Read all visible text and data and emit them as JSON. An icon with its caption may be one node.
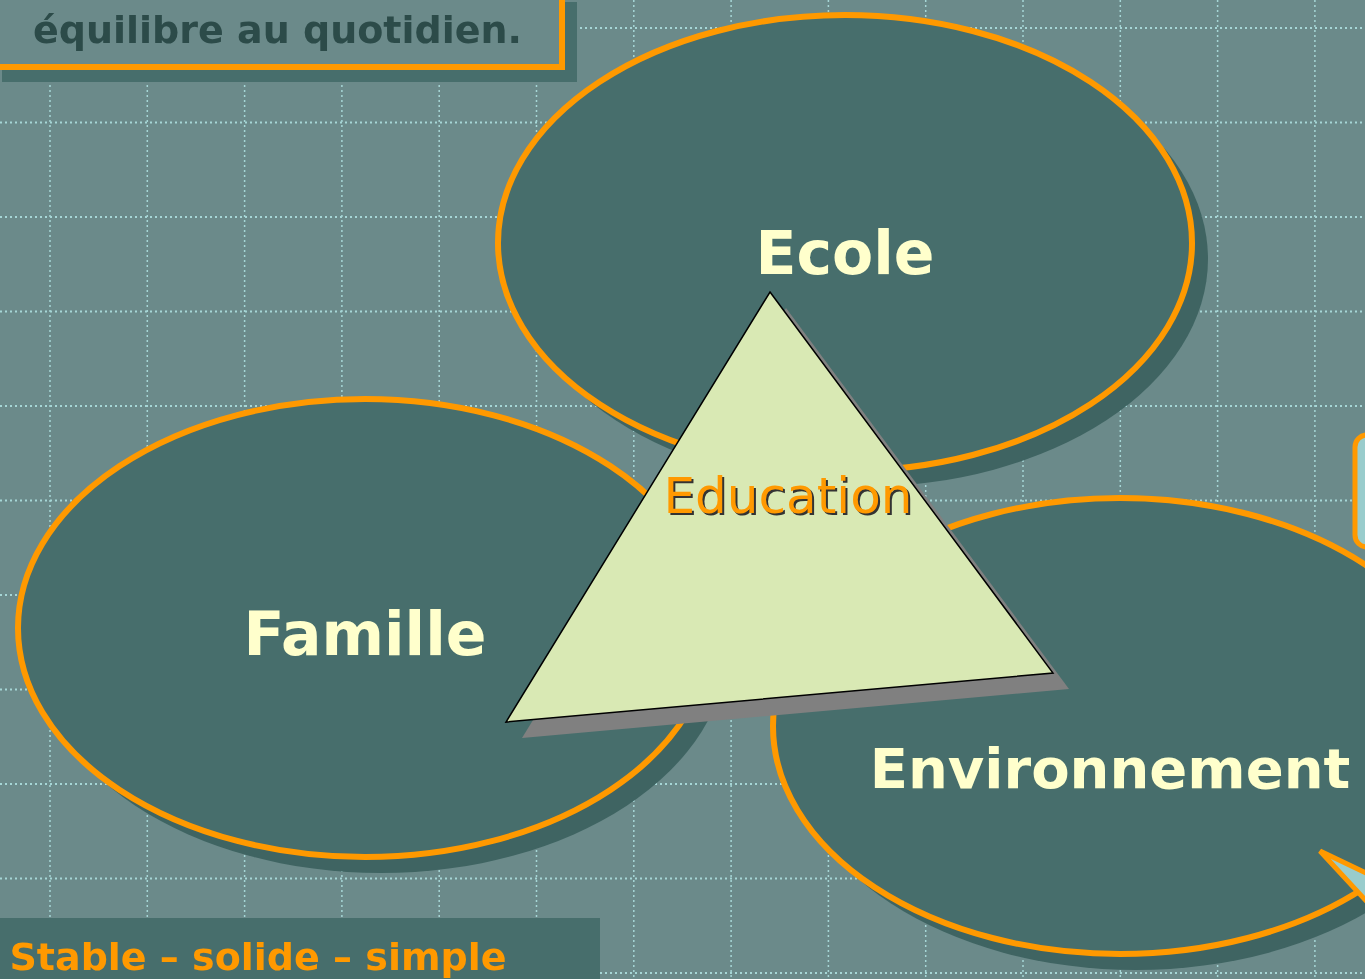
{
  "diagram": {
    "nodes": [
      {
        "text": [
          "équilibre au quotidien."
        ]
      },
      {
        "text": [
          "Ecole"
        ]
      },
      {
        "text": [
          "Famille"
        ]
      },
      {
        "text": [
          "Education"
        ]
      },
      {
        "text": [
          "Environnement"
        ]
      },
      {
        "text": [
          "Stable – solide – simple"
        ]
      }
    ]
  }
}
